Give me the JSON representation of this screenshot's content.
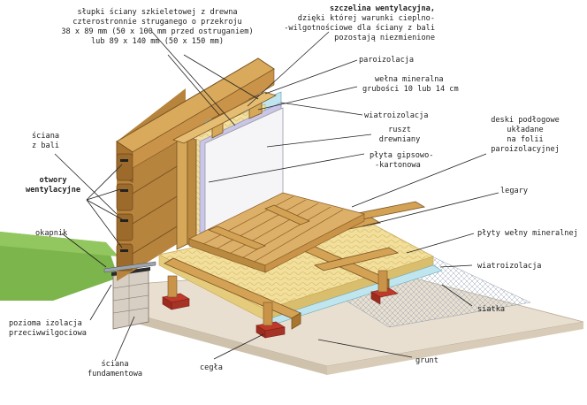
{
  "labels": {
    "slupki": [
      "słupki ściany szkieletowej z drewna",
      "czterostronnie struganego o przekroju",
      "38 x 89 mm (50 x 100 mm przed ostruganiem)",
      "lub 89 x 140 mm (50 x 150 mm)"
    ],
    "szczelina_title": "szczelina wentylacyjna,",
    "szczelina": [
      "dzięki której warunki cieplno-",
      "-wilgotnościowe dla ściany z bali",
      "pozostają niezmienione"
    ],
    "paroizolacja": "paroizolacja",
    "welna": [
      "wełna mineralna",
      "grubości 10 lub 14 cm"
    ],
    "wiatroizolacja_top": "wiatroizolacja",
    "deski": [
      "deski podłogowe",
      "układane",
      "na folii",
      "paroizolacyjnej"
    ],
    "ruszt": [
      "ruszt",
      "drewniany"
    ],
    "plyta": [
      "płyta gipsowo-",
      "-kartonowa"
    ],
    "sciana_z_bali": [
      "ściana",
      "z bali"
    ],
    "otwory": [
      "otwory",
      "wentylacyjne"
    ],
    "legary": "legary",
    "okapnik": "okapnik",
    "plyty_welny": "płyty wełny mineralnej",
    "wiatroizolacja_right": "wiatroizolacja",
    "siatka": "siatka",
    "pozioma": [
      "pozioma izolacja",
      "przeciwwilgociowa"
    ],
    "sciana_fund": [
      "ściana",
      "fundamentowa"
    ],
    "cegla": "cegła",
    "grunt": "grunt"
  },
  "colors": {
    "wood": "#c89a4e",
    "wood_dark": "#8a5e24",
    "wood_light": "#e2bc78",
    "board": "#d9ae62",
    "insulation": "#f2df9c",
    "membrane_blue": "#bfe6ef",
    "grass": "#7bb54a",
    "ground": "#e6dccd",
    "brick": "#c0392b",
    "drywall": "#f4f4f6"
  }
}
